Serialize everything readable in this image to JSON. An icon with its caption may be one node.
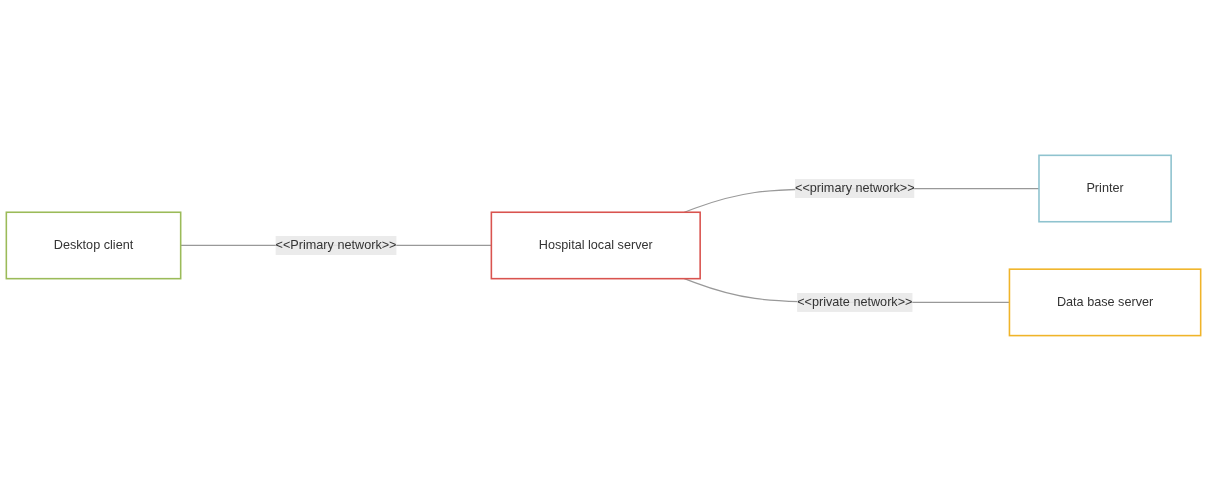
{
  "diagram": {
    "nodes": [
      {
        "text": [
          "Desktop client"
        ]
      },
      {
        "text": [
          "Hospital local server"
        ]
      },
      {
        "text": [
          "Printer"
        ]
      },
      {
        "text": [
          "Data base server"
        ]
      }
    ],
    "edges": [
      {
        "from": 0,
        "to": 1,
        "arrow": "none",
        "label": "<<Primary network>>"
      },
      {
        "from": 1,
        "to": 2,
        "arrow": "none",
        "label": "<<primary network>>"
      },
      {
        "from": 1,
        "to": 3,
        "arrow": "none",
        "label": "<<private network>>"
      }
    ]
  }
}
